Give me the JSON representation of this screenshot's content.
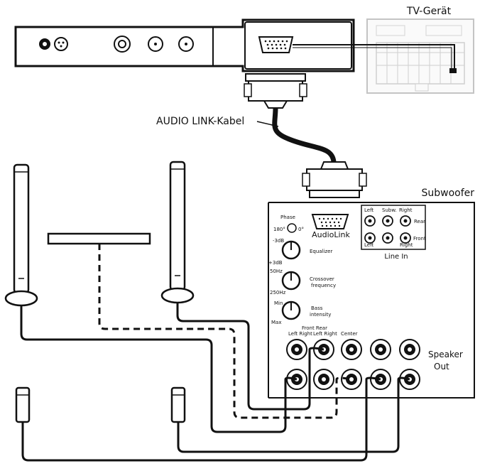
{
  "labels": {
    "tv": "TV-Gerät",
    "cable": "AUDIO LINK-Kabel",
    "subwoofer": "Subwoofer",
    "audiolink": "AudioLink",
    "speaker_out_1": "Speaker",
    "speaker_out_2": "Out",
    "line_in": "Line In"
  },
  "panel": {
    "phase": "Phase",
    "phase_180": "180°",
    "phase_0": "0°",
    "equalizer": "Equalizer",
    "eq_top": "-3dB",
    "eq_bottom": "+3dB",
    "crossover": "Crossover",
    "crossover2": "frequency",
    "xo_top": "50Hz",
    "xo_bottom": "250Hz",
    "bass": "Bass",
    "bass2": "intensity",
    "bass_top": "Min",
    "bass_bottom": "Max",
    "front_rear": "Front  Rear",
    "left_right_a": "Left Right",
    "left_right_b": "Left Right",
    "center": "Center",
    "in_left": "Left",
    "in_subw": "Subw.",
    "in_right": "Right",
    "in_left2": "Left",
    "in_right2": "Right",
    "in_rear": "Rear",
    "in_front": "Front"
  },
  "colors": {
    "line": "#111111",
    "tv_faded": "#bdbdbd",
    "background": "#ffffff"
  }
}
